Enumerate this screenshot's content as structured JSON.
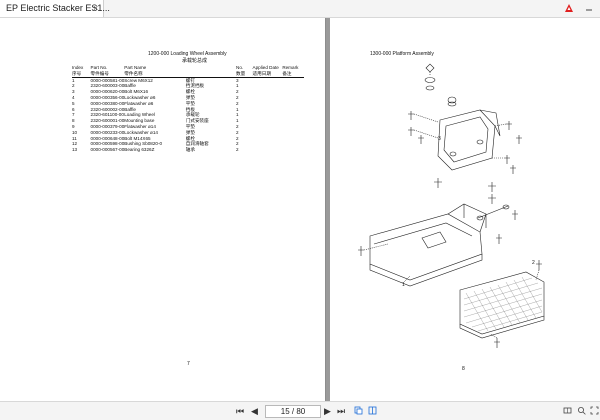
{
  "window": {
    "tab_title": "EP Electric Stacker ES1...",
    "tab_close": "×"
  },
  "left_page": {
    "title": "1200-000 Loading Wheel Assembly",
    "subtitle": "承载轮总成",
    "columns": [
      "Index",
      "Part No.",
      "Part Name",
      "No.",
      "Applied Date",
      "Remark"
    ],
    "columns_cn": [
      "序号",
      "零件编号",
      "零件名称",
      "数量",
      "适用日期",
      "备注"
    ],
    "rows": [
      {
        "index": "1",
        "part_no": "0000-000581-00",
        "name": "Screw M6X12",
        "name_cn": "螺钉",
        "qty": "3"
      },
      {
        "index": "2",
        "part_no": "2320-600003-00",
        "name": "Baffle",
        "name_cn": "挡泥挡板",
        "qty": "1"
      },
      {
        "index": "3",
        "part_no": "0000-000620-00",
        "name": "Bolt M6X16",
        "name_cn": "螺栓",
        "qty": "2"
      },
      {
        "index": "4",
        "part_no": "0000-000356-00",
        "name": "Lockwasher ø6",
        "name_cn": "弹垫",
        "qty": "2"
      },
      {
        "index": "5",
        "part_no": "0000-000380-00",
        "name": "Flatwasher ø6",
        "name_cn": "平垫",
        "qty": "2"
      },
      {
        "index": "6",
        "part_no": "2320-600002-00",
        "name": "Baffle",
        "name_cn": "挡板",
        "qty": "1"
      },
      {
        "index": "7",
        "part_no": "2320-601100-00",
        "name": "Loading Wheel",
        "name_cn": "承载轮",
        "qty": "1"
      },
      {
        "index": "8",
        "part_no": "2320-600001-00",
        "name": "Mounting base",
        "name_cn": "门式安装座",
        "qty": "1"
      },
      {
        "index": "9",
        "part_no": "0000-000379-00",
        "name": "Flatwasher ø14",
        "name_cn": "平垫",
        "qty": "2"
      },
      {
        "index": "10",
        "part_no": "0000-000233-00",
        "name": "Lockwasher ø14",
        "name_cn": "弹垫",
        "qty": "2"
      },
      {
        "index": "11",
        "part_no": "0000-000648-00",
        "name": "Bolt M14X65",
        "name_cn": "螺栓",
        "qty": "2"
      },
      {
        "index": "12",
        "part_no": "0000-000598-00",
        "name": "Bushing Sb0820-0",
        "name_cn": "自润滑轴套",
        "qty": "2"
      },
      {
        "index": "13",
        "part_no": "0000-000567-00",
        "name": "Bearing 6326Z",
        "name_cn": "轴承",
        "qty": "2"
      }
    ],
    "page_number": "7"
  },
  "right_page": {
    "title": "1300-000 Platform Assembly",
    "page_number": "8",
    "callouts": [
      "1",
      "2",
      "3"
    ]
  },
  "status": {
    "first_page": "⏮",
    "prev_page": "◀",
    "page_indicator": "15 / 80",
    "next_page": "▶",
    "last_page": "⏭"
  },
  "colors": {
    "viewer_background": "#9a9a9a",
    "chrome_background": "#f4f4f4",
    "brand_red": "#e02020",
    "toolbar_blue": "#1e6fd9"
  }
}
